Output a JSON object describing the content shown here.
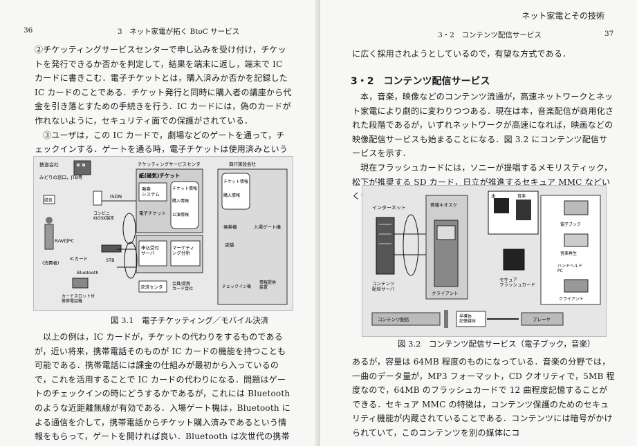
{
  "left_page": {
    "page_number": "36",
    "chapter_header": "3　ネット家電が拓く BtoC サービス",
    "paragraphs_top": [
      "②チケッティングサービスセンターで申し込みを受け付け，チケットを発行できるか否かを判定して，結果を端末に返し，端末で IC カードに書きこむ．電子チケットとは，購入済みか否かを記録した IC カードのことである．チケット発行と同時に購入者の講座から代金を引き落とすための手続きを行う．IC カードには，偽のカードが作れないように，セキュリティ面での保護がされている．",
      "③ユーザは，この IC カードで，劇場などのゲートを通って，チェックインする．ゲートを通る時，電子チケットは使用済みということが記録される．"
    ],
    "figure": {
      "caption": "図 3.1　電子チケッティング／モバイル決済",
      "labels": {
        "railway": "鉄道会社",
        "midori": "みどりの窓口，JTB等",
        "ticketing_center": "チケッティングサービスセンタ",
        "venue_company": "興行施設会社",
        "paper_ticket": "紙(磁気)チケット",
        "issue_system": "発券\nシステム",
        "ticket_info": "チケット情報",
        "purchase_info": "購入情報",
        "performance_info": "公演情報",
        "e_ticket": "電子チケット",
        "apply_server": "申込受付\nサーバ",
        "marketing": "マーケティ\nング分析",
        "settlement": "決済センタ",
        "credit": "会員/提携\nカード会社",
        "isdn": "ISDN",
        "magnetic": "磁気",
        "kiosk": "コンビニ\nKIOSK端末",
        "rw_pc": "R/W付PC",
        "ic_card": "ICカード",
        "stb": "STB",
        "consumer": "(消費者)",
        "bluetooth": "Bluetooth",
        "mobile": "カードスロット付\n携帯電話機",
        "gate_ticket_info": "チケット情報",
        "gate_purchase_info": "購入情報",
        "ticketing_machine": "発券機",
        "entry_gate": "入場ゲート機",
        "store": "店舗",
        "checkin": "チェックイン機",
        "info_terminal": "情報提供\n装置"
      }
    },
    "paragraphs_bottom": [
      "以上の例は，IC カードが，チケットの代わりをするものであるが，近い将来，携帯電話そのものが IC カードの機能を持つことも可能である．携帯電話には課金の仕組みが最初から入っているので，これを活用することで IC カードの代わりになる．問題はゲートのチェックインの時にどうするかであるが，これには Bluetooth のような近距離無線が有効である．入場ゲート機は，Bluetooth による通信を介して，携帯電話からチケット購入済みであるという情報をもらって，ゲートを開ければ良い．Bluetooth は次世代の携帯電話"
    ]
  },
  "right_page": {
    "running_title": "ネット家電とその技術",
    "section_header": "3・2　コンテンツ配信サービス",
    "page_number": "37",
    "intro": "に広く採用されようとしているので，有望な方式である．",
    "section_title": "3・2　コンテンツ配信サービス",
    "paragraphs_top": [
      "本，音楽，映像などのコンテンツ流通が，高速ネットワークとネット家電により劇的に変わりつつある．現在は本，音楽配信が商用化された段階であるが，いずれネットワークが高速になれば，映画などの映像配信サービスも始まることになる．図 3.2 にコンテンツ配信サービスを示す．",
      "現在フラッシュカードには，ソニーが提唱するメモリスティック，松下が推奨する SD カード，日立が推進するセキュア MMC などいくつかの種類が"
    ],
    "figure": {
      "caption": "図 3.2　コンテンツ配信サービス（電子ブック，音楽）",
      "labels": {
        "internet": "インターネット",
        "kiosk": "情報キオスク",
        "book": "本",
        "music": "音楽",
        "server": "コンテンツ\n配信サーバ",
        "client_left": "クライアント",
        "secure_flash": "セキュア\nフラッシュカード",
        "ebook": "電子ブック",
        "music_play": "音楽再生",
        "handheld": "ハンドヘルド\nPC",
        "client_right": "クライアント",
        "content_dist": "コンテンツ配信",
        "media": "半導体\n記憶媒体",
        "player": "プレーヤ"
      }
    },
    "paragraphs_bottom": [
      "あるが，容量は 64MB 程度のものになっている．音楽の分野では，一曲のデータ量が，MP3 フォーマット，CD クオリティで，5MB 程度なので，64MB のフラッシュカードで 12 曲程度記憶することができる．セキュア MMC の特徴は，コンテンツ保護のためのセキュリティ機能が内蔵されていることである．コンテンツには暗号がかけられていて，このコンテンツを別の媒体にコ"
    ]
  }
}
